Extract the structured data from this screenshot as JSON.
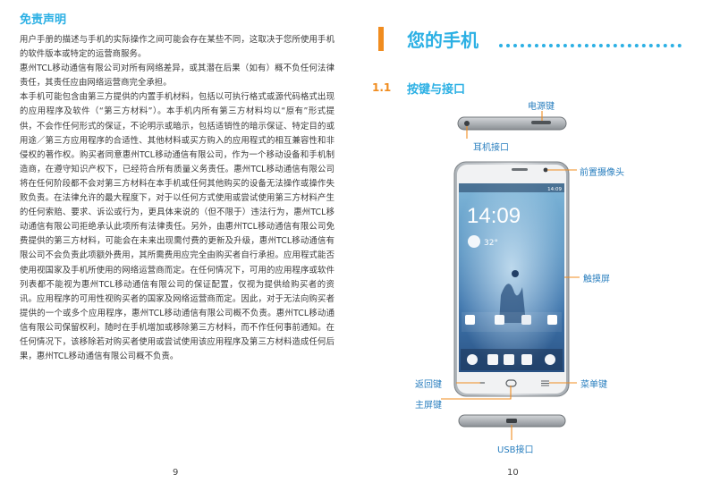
{
  "left_page": {
    "title": "免责声明",
    "paragraphs": [
      "用户手册的描述与手机的实际操作之间可能会存在某些不同，这取决于您所使用手机的软件版本或特定的运营商服务。",
      "惠州TCL移动通信有限公司对所有网络差异，或其潜在后果（如有）概不负任何法律责任，其责任应由网络运营商完全承担。",
      "本手机可能包含由第三方提供的内置手机材料，包括以可执行格式或源代码格式出现的应用程序及软件（“第三方材料”）。本手机内所有第三方材料均以“原有”形式提供，不会作任何形式的保证，不论明示或暗示，包括适销性的暗示保证、特定目的或用途／第三方应用程序的合适性、其他材料或买方购入的应用程式的相互兼容性和非侵权的著作权。购买者同意惠州TCL移动通信有限公司，作为一个移动设备和手机制造商，在遵守知识产权下，已经符合所有质量义务责任。惠州TCL移动通信有限公司将在任何阶段都不会对第三方材料在本手机或任何其他购买的设备无法操作或操作失败负责。在法律允许的最大程度下，对于以任何方式使用或尝试使用第三方材料产生的任何索赔、要求、诉讼或行为，更具体来说的（但不限于）违法行为，惠州TCL移动通信有限公司拒绝承认此项所有法律责任。另外，由惠州TCL移动通信有限公司免费提供的第三方材料，可能会在未来出现需付费的更新及升级，惠州TCL移动通信有限公司不会负责此项额外费用，其所需费用应完全由购买者自行承担。应用程式能否使用视国家及手机所使用的网络运营商而定。在任何情况下，可用的应用程序或软件列表都不能视为惠州TCL移动通信有限公司的保证配置，仅视为提供给购买者的资讯。应用程序的可用性视购买者的国家及网络运营商而定。因此，对于无法向购买者提供的一个或多个应用程序，惠州TCL移动通信有限公司概不负责。惠州TCL移动通信有限公司保留权利，随时在手机增加或移除第三方材料，而不作任何事前通知。在任何情况下，该移除若对购买者使用或尝试使用该应用程序及第三方材料造成任何后果，惠州TCL移动通信有限公司概不负责。"
    ],
    "page_number": "9"
  },
  "right_page": {
    "chapter_title": "您的手机",
    "section_number": "1.1",
    "section_title": "按键与接口",
    "labels": {
      "power_key": "电源键",
      "headset_jack": "耳机接口",
      "front_camera": "前置摄像头",
      "touchscreen": "触摸屏",
      "back_key": "返回键",
      "home_key": "主屏键",
      "menu_key": "菜单键",
      "usb_port": "USB接口"
    },
    "page_number": "10"
  },
  "phone_screen": {
    "clock": "14:09",
    "status_time": "14:09",
    "temperature": "32°"
  },
  "colors": {
    "accent_blue": "#2cb0e4",
    "accent_orange": "#f08c1f",
    "callout_line": "#f08c1f",
    "callout_text": "#2a7fbf"
  }
}
